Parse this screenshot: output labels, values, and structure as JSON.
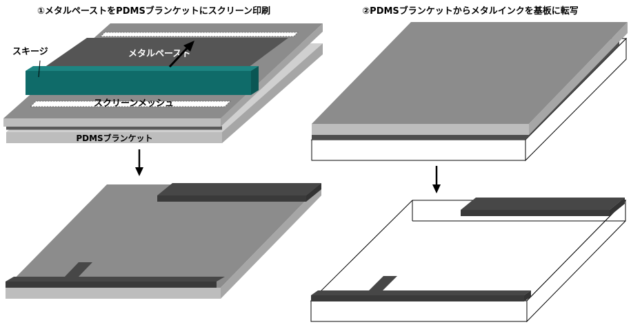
{
  "left_panel": {
    "step_title": "①メタルペーストをPDMSブランケットにスクリーン印刷",
    "squeegee_label": "スキージ",
    "paste_label": "メタルペースト",
    "mesh_label": "スクリーンメッシュ",
    "blanket_label": "PDMSブランケット"
  },
  "right_panel": {
    "step_title": "②PDMSブランケットからメタルインクを基板に転写"
  },
  "colors": {
    "squeegee": "#0f6b69",
    "pattern": "#555555",
    "blanket_top": "#8c8c8c",
    "blanket_side": "#bdbdbd"
  }
}
